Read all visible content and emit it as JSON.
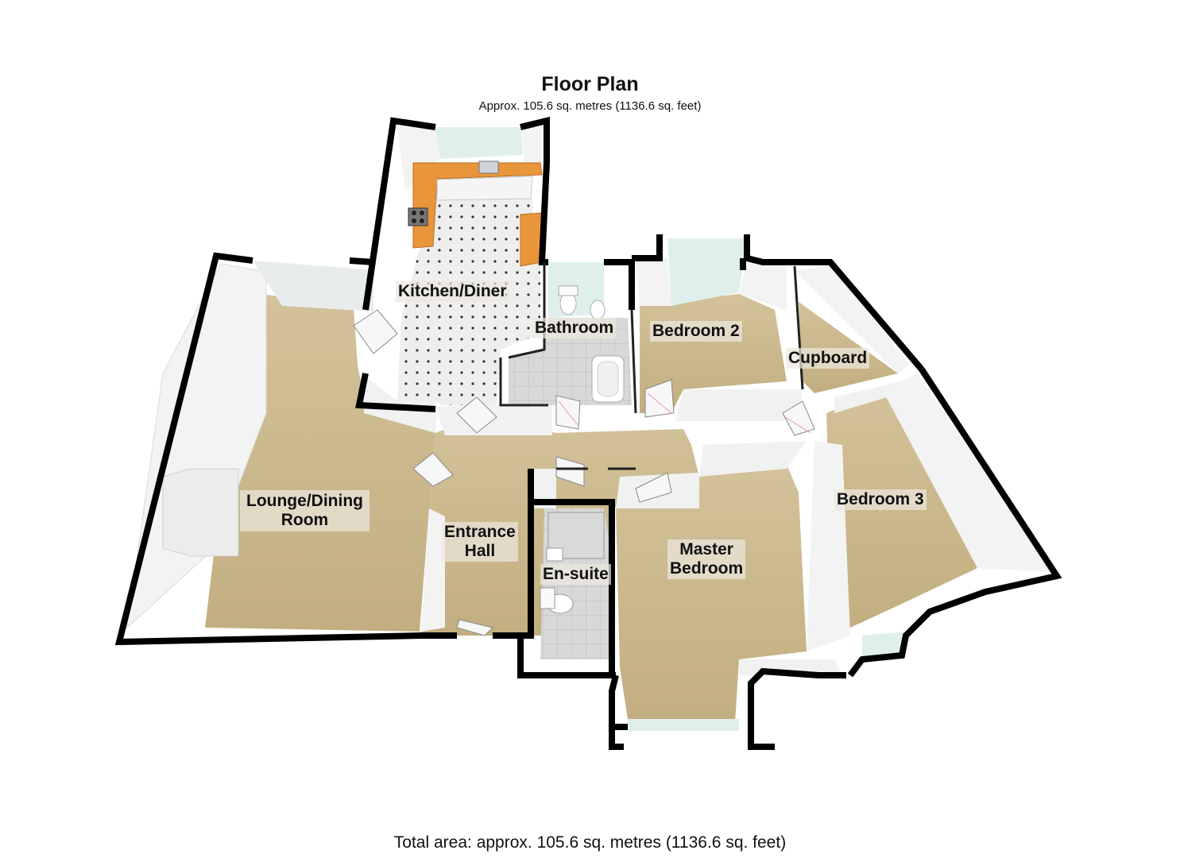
{
  "header": {
    "title": "Floor Plan",
    "subtitle": "Approx. 105.6 sq. metres (1136.6 sq. feet)"
  },
  "footer": {
    "total_area": "Total area: approx. 105.6 sq. metres (1136.6 sq. feet)"
  },
  "rooms": {
    "kitchen": {
      "label": "Kitchen/Diner"
    },
    "bathroom": {
      "label": "Bathroom"
    },
    "bedroom2": {
      "label": "Bedroom 2"
    },
    "cupboard": {
      "label": "Cupboard"
    },
    "lounge": {
      "line1": "Lounge/Dining",
      "line2": "Room"
    },
    "entrance": {
      "line1": "Entrance",
      "line2": "Hall"
    },
    "ensuite": {
      "label": "En-suite"
    },
    "master": {
      "line1": "Master",
      "line2": "Bedroom"
    },
    "bedroom3": {
      "label": "Bedroom 3"
    }
  },
  "colors": {
    "carpet": "#cbb98e",
    "tile": "#e9e9e9",
    "worktop": "#e8953c",
    "wall_top": "#000000",
    "wall_face": "#f4f4f4",
    "window": "#dff0ec"
  }
}
